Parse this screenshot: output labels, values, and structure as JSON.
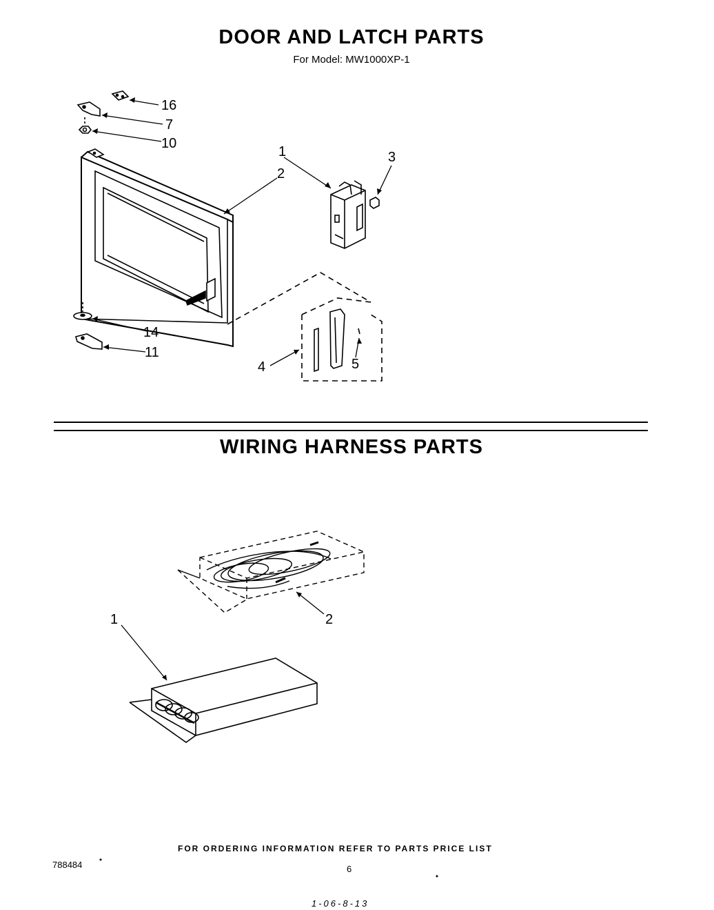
{
  "door_section": {
    "title": "DOOR AND LATCH PARTS",
    "subtitle": "For Model: MW1000XP-1",
    "callouts": [
      "16",
      "7",
      "10",
      "1",
      "2",
      "3",
      "14",
      "11",
      "4",
      "5"
    ]
  },
  "wiring_section": {
    "title": "WIRING HARNESS PARTS",
    "callouts": [
      "1",
      "2"
    ]
  },
  "footer": {
    "ordering_note": "FOR ORDERING INFORMATION REFER TO PARTS PRICE LIST",
    "doc_number": "788484",
    "page_number": "6",
    "handwritten": "1-06-8-13"
  }
}
